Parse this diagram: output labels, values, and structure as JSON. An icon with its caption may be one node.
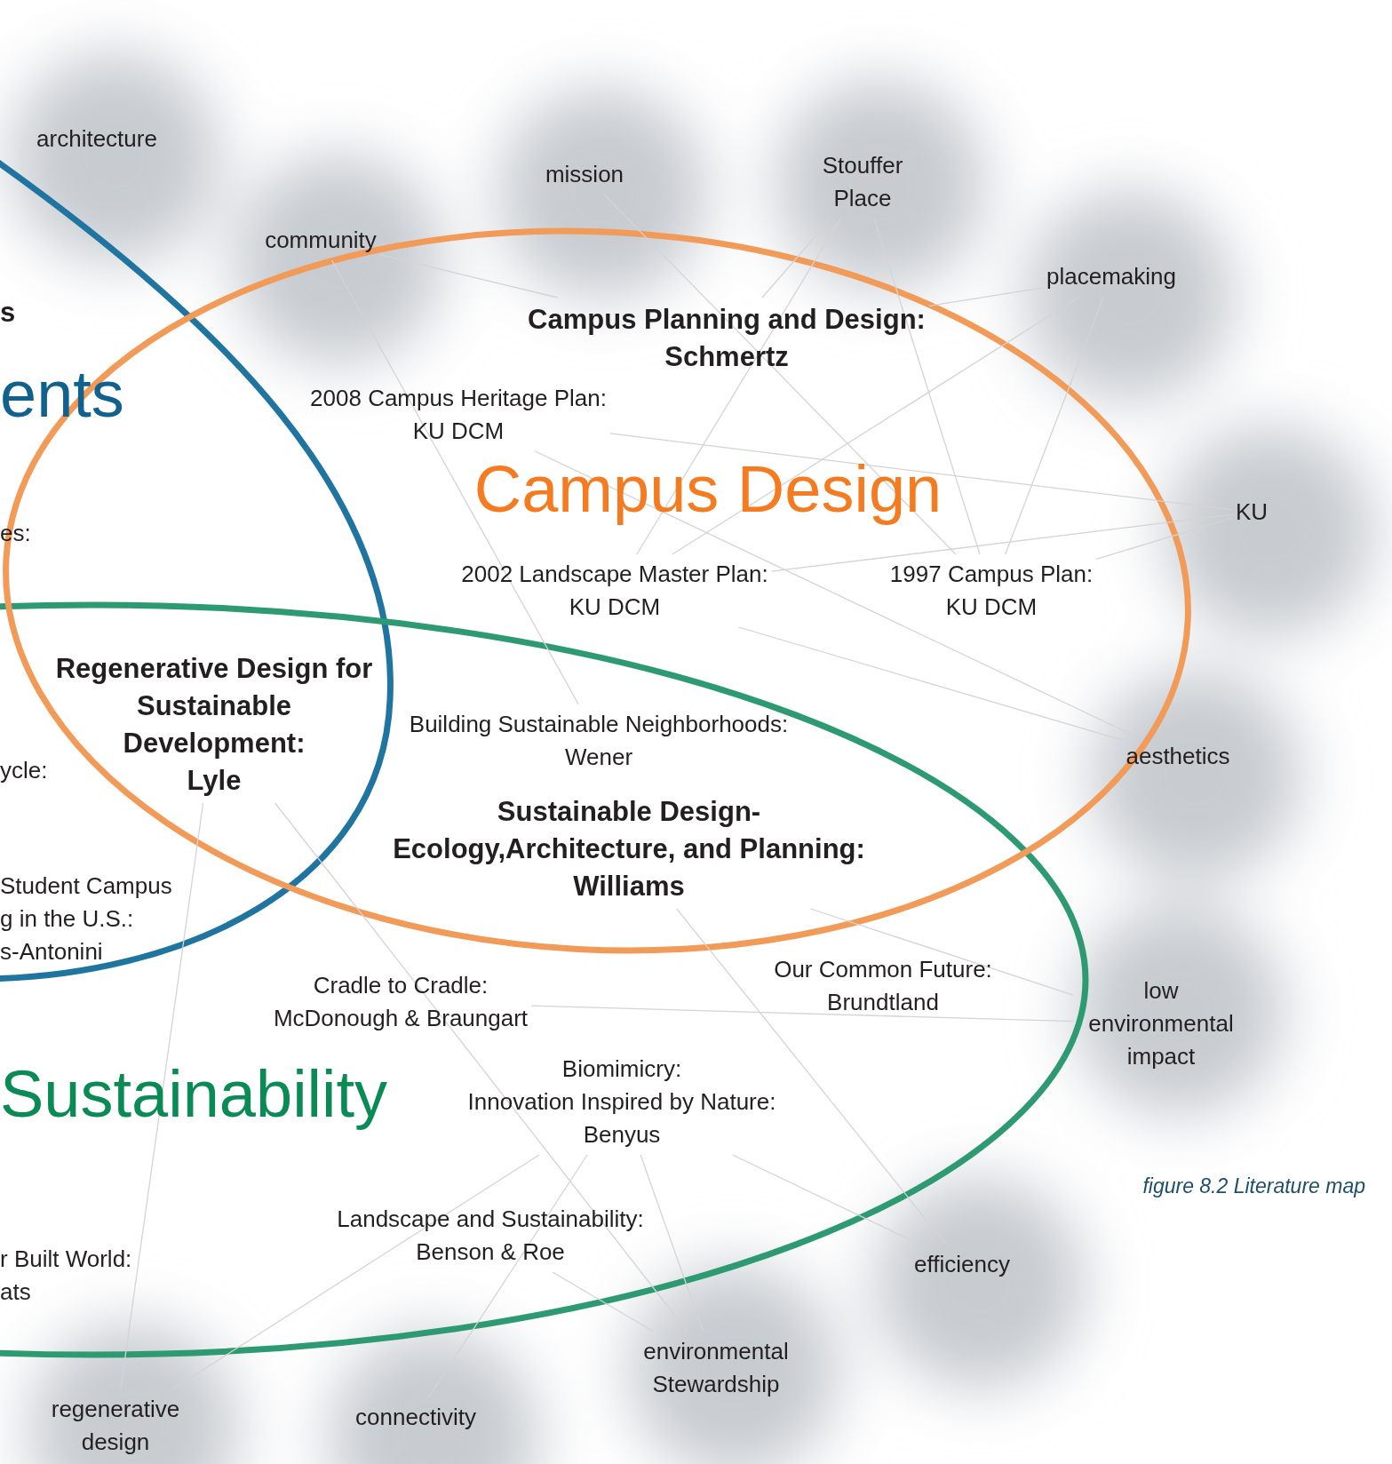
{
  "diagram": {
    "caption": "figure 8.2 Literature map",
    "nodes": [
      {
        "text": [
          "architecture"
        ]
      },
      {
        "text": [
          "community"
        ]
      },
      {
        "text": [
          "mission"
        ]
      },
      {
        "text": [
          "Stouffer Place"
        ]
      },
      {
        "text": [
          "placemaking"
        ]
      },
      {
        "text": [
          "KU"
        ]
      },
      {
        "text": [
          "aesthetics"
        ]
      },
      {
        "text": [
          "low environmental impact"
        ]
      },
      {
        "text": [
          "efficiency"
        ]
      },
      {
        "text": [
          "environmental Stewardship"
        ]
      },
      {
        "text": [
          "connectivity"
        ]
      },
      {
        "text": [
          "regenerative design"
        ]
      },
      {
        "text": [
          "Campus Planning and Design:",
          "Schmertz"
        ]
      },
      {
        "text": [
          "2008 Campus Heritage Plan:",
          "KU DCM"
        ]
      },
      {
        "text": [
          "2002 Landscape Master Plan:",
          "KU DCM"
        ]
      },
      {
        "text": [
          "1997 Campus Plan:",
          "KU DCM"
        ]
      },
      {
        "text": [
          "Regenerative Design for Sustainable Development:",
          "Lyle"
        ]
      },
      {
        "text": [
          "Building Sustainable Neighborhoods:",
          "Wener"
        ]
      },
      {
        "text": [
          "Sustainable Design-",
          "Ecology,Architecture, and Planning:",
          "Williams"
        ]
      },
      {
        "text": [
          "Cradle to Cradle:",
          "McDonough & Braungart"
        ]
      },
      {
        "text": [
          "Our Common Future:",
          "Brundtland"
        ]
      },
      {
        "text": [
          "Biomimicry:",
          "Innovation Inspired by Nature:",
          "Benyus"
        ]
      },
      {
        "text": [
          "Landscape and Sustainability:",
          "Benson & Roe"
        ]
      }
    ],
    "edges": [
      {
        "from": 1,
        "to": 12,
        "arrow": "none"
      },
      {
        "from": 1,
        "to": 17,
        "arrow": "none"
      },
      {
        "from": 2,
        "to": 15,
        "arrow": "none"
      },
      {
        "from": 3,
        "to": 12,
        "arrow": "none"
      },
      {
        "from": 3,
        "to": 14,
        "arrow": "none"
      },
      {
        "from": 3,
        "to": 15,
        "arrow": "none"
      },
      {
        "from": 4,
        "to": 12,
        "arrow": "none"
      },
      {
        "from": 4,
        "to": 14,
        "arrow": "none"
      },
      {
        "from": 4,
        "to": 15,
        "arrow": "none"
      },
      {
        "from": 5,
        "to": 13,
        "arrow": "none"
      },
      {
        "from": 5,
        "to": 14,
        "arrow": "none"
      },
      {
        "from": 5,
        "to": 15,
        "arrow": "none"
      },
      {
        "from": 6,
        "to": 13,
        "arrow": "none"
      },
      {
        "from": 6,
        "to": 14,
        "arrow": "none"
      },
      {
        "from": 7,
        "to": 18,
        "arrow": "none"
      },
      {
        "from": 7,
        "to": 19,
        "arrow": "none"
      },
      {
        "from": 8,
        "to": 18,
        "arrow": "none"
      },
      {
        "from": 8,
        "to": 21,
        "arrow": "none"
      },
      {
        "from": 9,
        "to": 22,
        "arrow": "none"
      },
      {
        "from": 9,
        "to": 21,
        "arrow": "none"
      },
      {
        "from": 9,
        "to": 16,
        "arrow": "none"
      },
      {
        "from": 10,
        "to": 21,
        "arrow": "none"
      },
      {
        "from": 11,
        "to": 16,
        "arrow": "none"
      },
      {
        "from": 11,
        "to": 21,
        "arrow": "none"
      }
    ],
    "labels": [
      "s",
      "ents",
      "Campus Design",
      "es:",
      "ycle:",
      "Student Campus",
      "g in the U.S.:",
      "s-Antonini",
      "Sustainability",
      "r Built World:",
      "ats"
    ]
  }
}
